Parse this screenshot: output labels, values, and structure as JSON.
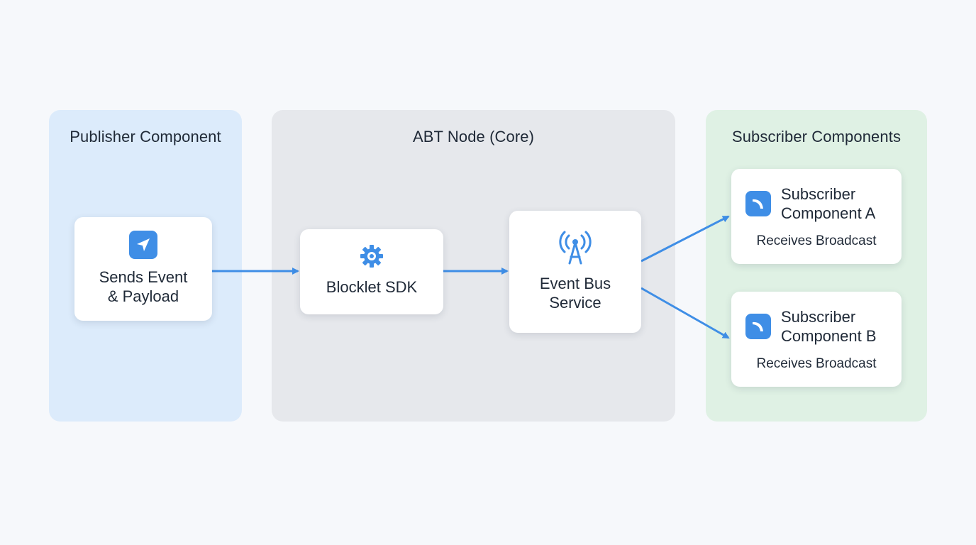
{
  "groups": {
    "publisher": {
      "title": "Publisher Component"
    },
    "core": {
      "title": "ABT Node (Core)"
    },
    "subscribers": {
      "title": "Subscriber Components"
    }
  },
  "nodes": {
    "publisher": {
      "line1": "Sends Event",
      "line2": "& Payload",
      "icon": "send-icon"
    },
    "sdk": {
      "label": "Blocklet SDK",
      "icon": "gear-icon"
    },
    "bus": {
      "line1": "Event Bus",
      "line2": "Service",
      "icon": "antenna-icon"
    },
    "subA": {
      "line1": "Subscriber",
      "line2": "Component A",
      "caption": "Receives Broadcast",
      "icon": "subscriber-app-icon"
    },
    "subB": {
      "line1": "Subscriber",
      "line2": "Component B",
      "caption": "Receives Broadcast",
      "icon": "subscriber-app-icon"
    }
  },
  "colors": {
    "accent": "#3f8ee6",
    "publisher_bg": "#dcebfb",
    "core_bg": "#e6e8ec",
    "subscribers_bg": "#dff1e4"
  }
}
